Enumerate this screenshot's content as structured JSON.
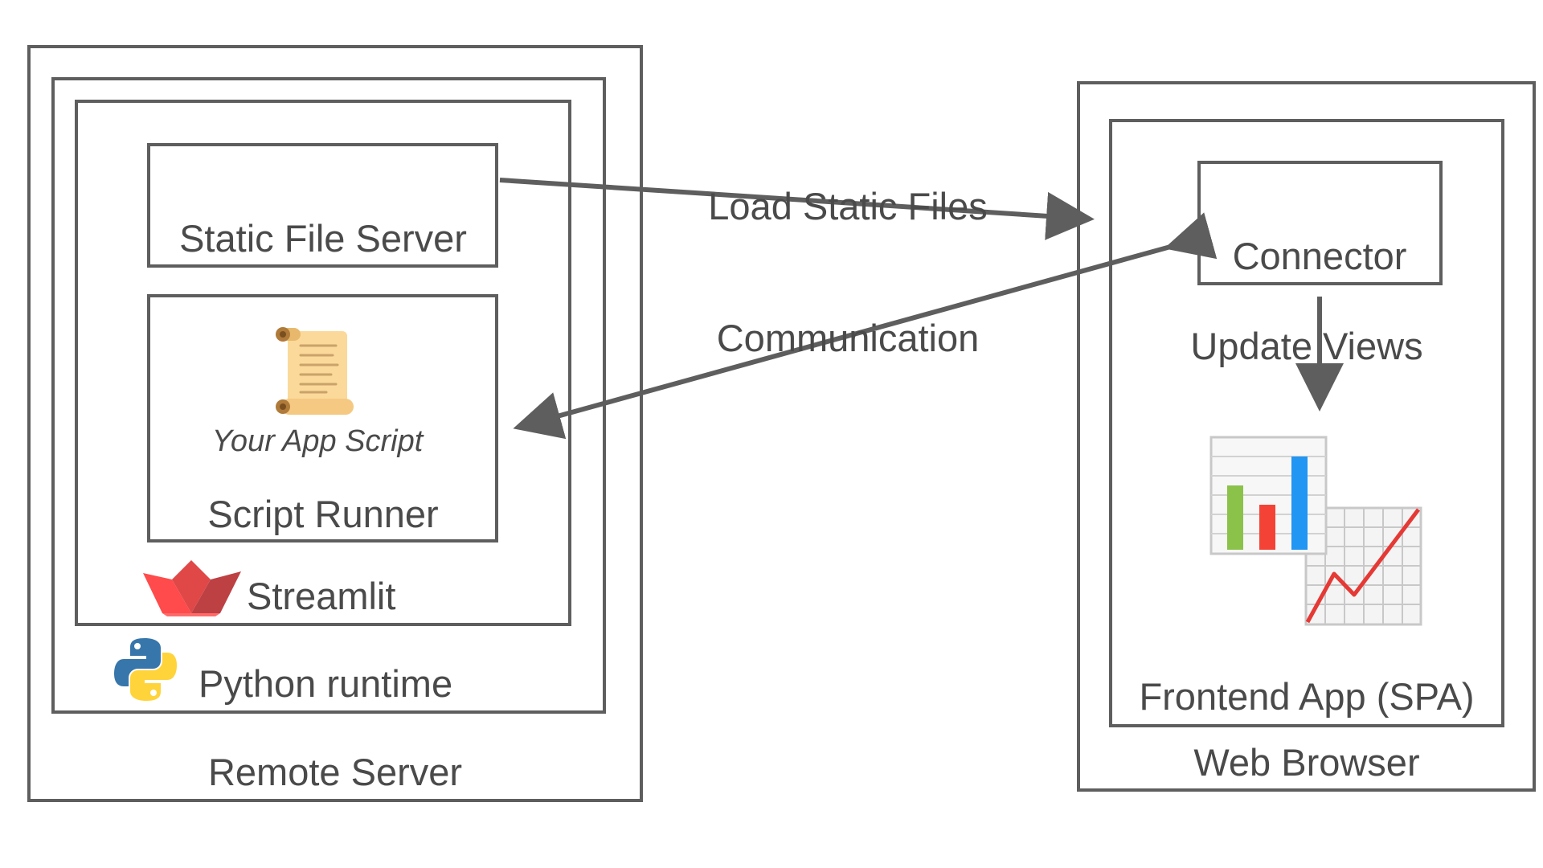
{
  "remote_server": {
    "label": "Remote Server",
    "python_runtime": {
      "label": "Python runtime",
      "icon": "python-logo-icon"
    },
    "streamlit": {
      "label": "Streamlit",
      "icon": "streamlit-logo-icon",
      "static_file_server": {
        "label": "Static File Server"
      },
      "script_runner": {
        "label": "Script Runner",
        "script": {
          "label": "Your App Script",
          "icon": "scroll-icon"
        }
      }
    }
  },
  "web_browser": {
    "label": "Web Browser",
    "frontend_app": {
      "label": "Frontend App (SPA)",
      "icon": "charts-icon",
      "connector": {
        "label": "Connector"
      }
    }
  },
  "edges": {
    "load_static_files": "Load Static Files",
    "communication": "Communication",
    "update_views": "Update Views"
  },
  "colors": {
    "border": "#5e5e5e",
    "arrow": "#5e5e5e",
    "text": "#4a4a4a",
    "streamlit_red": "#ff4b4b",
    "python_blue": "#3776ab",
    "python_yellow": "#ffd43b",
    "bar_green": "#8bc34a",
    "bar_red": "#f44336",
    "bar_blue": "#2196f3",
    "line_red": "#e53935"
  }
}
